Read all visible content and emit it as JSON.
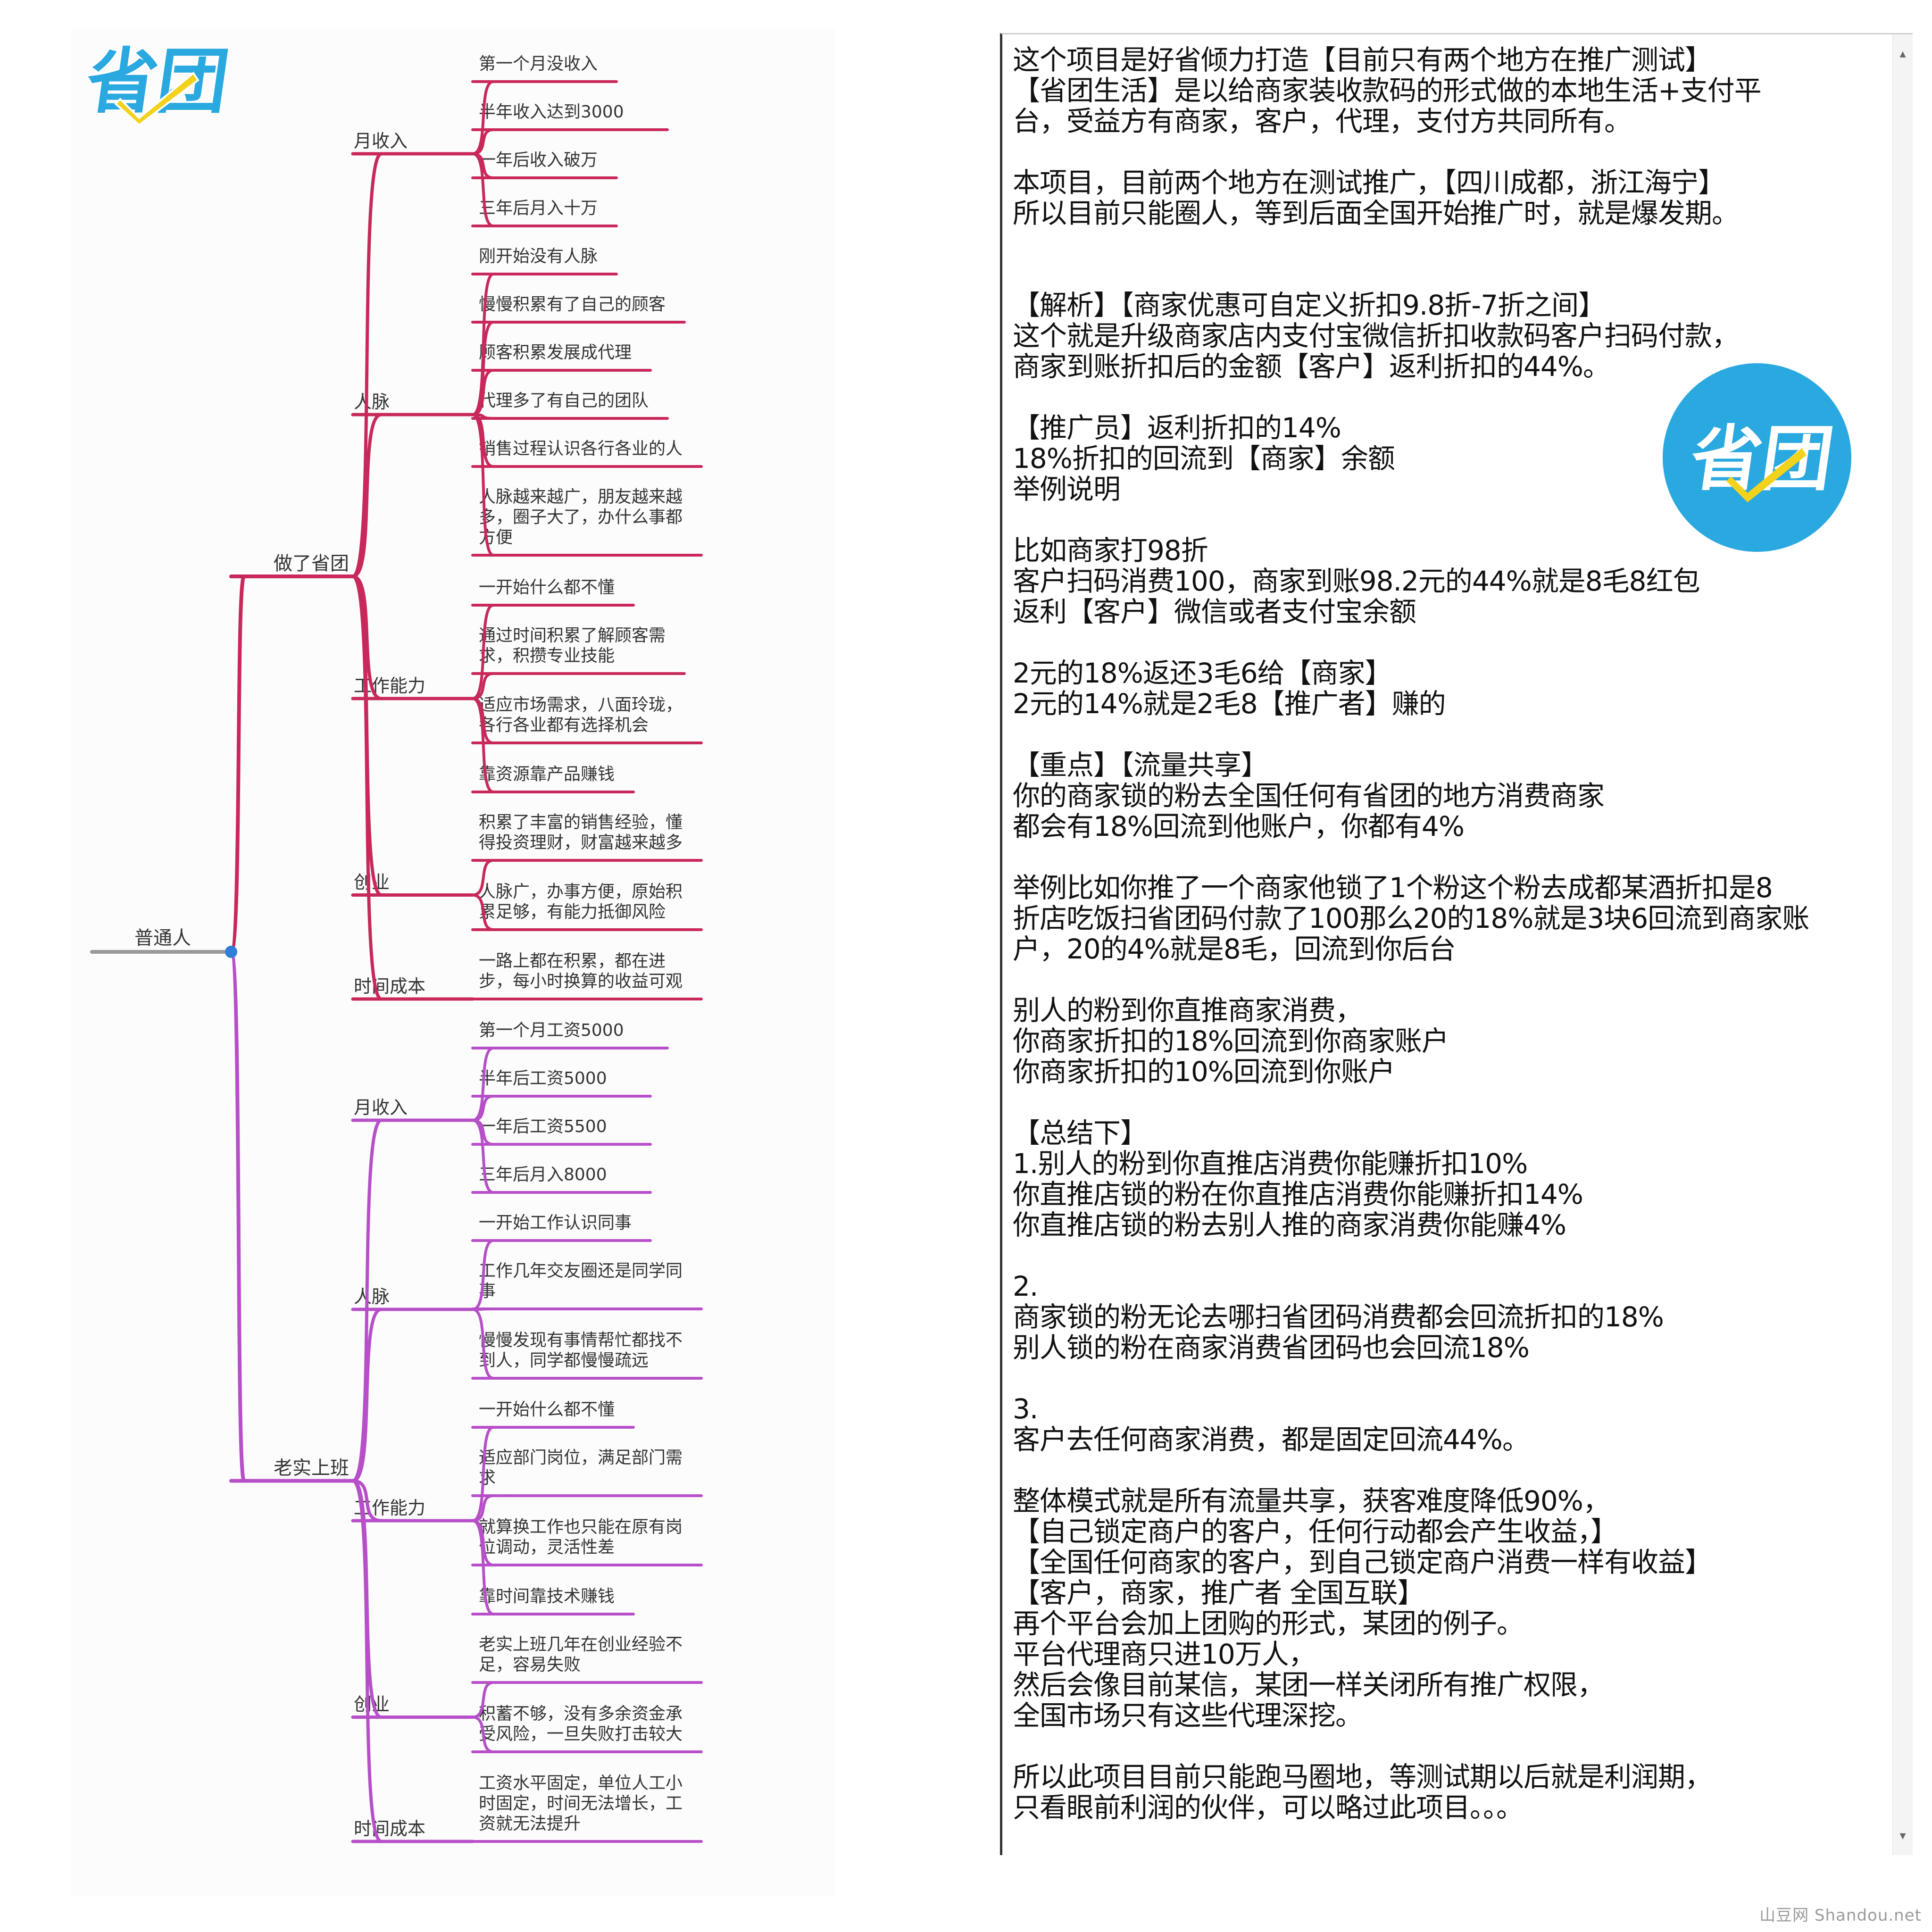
{
  "mindmap": {
    "root": "普通人",
    "branches": [
      {
        "label": "做了省团",
        "color": "#c8285a",
        "children": [
          {
            "label": "月收入",
            "leaves": [
              [
                "第一个月没收入"
              ],
              [
                "半年收入达到3000"
              ],
              [
                "一年后收入破万"
              ],
              [
                "三年后月入十万"
              ]
            ]
          },
          {
            "label": "人脉",
            "leaves": [
              [
                "刚开始没有人脉"
              ],
              [
                "慢慢积累有了自己的顾客"
              ],
              [
                "顾客积累发展成代理"
              ],
              [
                "代理多了有自己的团队"
              ],
              [
                "销售过程认识各行各业的人"
              ],
              [
                "人脉越来越广，朋友越来越",
                "多，圈子大了，办什么事都",
                "方便"
              ]
            ]
          },
          {
            "label": "工作能力",
            "leaves": [
              [
                "一开始什么都不懂"
              ],
              [
                "通过时间积累了解顾客需",
                "求，积攒专业技能"
              ],
              [
                "适应市场需求，八面玲珑，",
                "各行各业都有选择机会"
              ],
              [
                "靠资源靠产品赚钱"
              ]
            ]
          },
          {
            "label": "创业",
            "leaves": [
              [
                "积累了丰富的销售经验，懂",
                "得投资理财，财富越来越多"
              ],
              [
                "人脉广，办事方便，原始积",
                "累足够，有能力抵御风险"
              ]
            ]
          },
          {
            "label": "时间成本",
            "leaves": [
              [
                "一路上都在积累，都在进",
                "步，每小时换算的收益可观"
              ]
            ]
          }
        ]
      },
      {
        "label": "老实上班",
        "color": "#b64fc8",
        "children": [
          {
            "label": "月收入",
            "leaves": [
              [
                "第一个月工资5000"
              ],
              [
                "半年后工资5000"
              ],
              [
                "一年后工资5500"
              ],
              [
                "三年后月入8000"
              ]
            ]
          },
          {
            "label": "人脉",
            "leaves": [
              [
                "一开始工作认识同事"
              ],
              [
                "工作几年交友圈还是同学同",
                "事"
              ],
              [
                "慢慢发现有事情帮忙都找不",
                "到人，同学都慢慢疏远"
              ]
            ]
          },
          {
            "label": "工作能力",
            "leaves": [
              [
                "一开始什么都不懂"
              ],
              [
                "适应部门岗位，满足部门需",
                "求"
              ],
              [
                "就算换工作也只能在原有岗",
                "位调动，灵活性差"
              ],
              [
                "靠时间靠技术赚钱"
              ]
            ]
          },
          {
            "label": "创业",
            "leaves": [
              [
                "老实上班几年在创业经验不",
                "足，容易失败"
              ],
              [
                "积蓄不够，没有多余资金承",
                "受风险，一旦失败打击较大"
              ]
            ]
          },
          {
            "label": "时间成本",
            "leaves": [
              [
                "工资水平固定，单位人工小",
                "时固定，时间无法增长，工",
                "资就无法提升"
              ]
            ]
          }
        ]
      }
    ]
  },
  "logo": {
    "text": "省团",
    "blue": "#2aa8e0",
    "check": "#f2d21c"
  },
  "doc_lines": [
    "这个项目是好省倾力打造【目前只有两个地方在推广测试】",
    " 【省团生活】是以给商家装收款码的形式做的本地生活+支付平",
    "台，受益方有商家，客户，代理，支付方共同所有。",
    "",
    " 本项目，目前两个地方在测试推广，【四川成都，浙江海宁】",
    "  所以目前只能圈人，等到后面全国开始推广时，就是爆发期。",
    "",
    "",
    "【解析】【商家优惠可自定义折扣9.8折-7折之间】",
    "这个就是升级商家店内支付宝微信折扣收款码客户扫码付款，",
    "商家到账折扣后的金额【客户】返利折扣的44%。",
    "",
    "【推广员】返利折扣的14%",
    "18%折扣的回流到【商家】余额",
    "举例说明",
    "",
    "比如商家打98折",
    "客户扫码消费100，商家到账98.2元的44%就是8毛8红包",
    "返利【客户】微信或者支付宝余额",
    "",
    "2元的18%返还3毛6给【商家】",
    "2元的14%就是2毛8【推广者】赚的",
    "",
    "【重点】【流量共享】",
    "你的商家锁的粉去全国任何有省团的地方消费商家",
    "都会有18%回流到他账户，你都有4%",
    "",
    "举例比如你推了一个商家他锁了1个粉这个粉去成都某酒折扣是8",
    "折店吃饭扫省团码付款了100那么20的18%就是3块6回流到商家账",
    "户，20的4%就是8毛，回流到你后台",
    "",
    "别人的粉到你直推商家消费，",
    "你商家折扣的18%回流到你商家账户",
    "你商家折扣的10%回流到你账户",
    "",
    "【总结下】",
    "1.别人的粉到你直推店消费你能赚折扣10%",
    "你直推店锁的粉在你直推店消费你能赚折扣14%",
    "你直推店锁的粉去别人推的商家消费你能赚4%",
    "",
    "2.",
    "商家锁的粉无论去哪扫省团码消费都会回流折扣的18%",
    "别人锁的粉在商家消费省团码也会回流18%",
    "",
    "3.",
    "客户去任何商家消费，都是固定回流44%。",
    "",
    "整体模式就是所有流量共享，获客难度降低90%，",
    "【自己锁定商户的客户，任何行动都会产生收益，】",
    "【全国任何商家的客户，到自己锁定商户消费一样有收益】",
    " 【客户，商家，推广者 全国互联】",
    "再个平台会加上团购的形式，某团的例子。",
    "平台代理商只进10万人，",
    "然后会像目前某信，某团一样关闭所有推广权限，",
    "全国市场只有这些代理深挖。",
    "",
    "所以此项目目前只能跑马圈地，等测试期以后就是利润期，",
    "只看眼前利润的伙伴，可以略过此项目。。。"
  ],
  "watermark": "山豆网 Shandou.net"
}
